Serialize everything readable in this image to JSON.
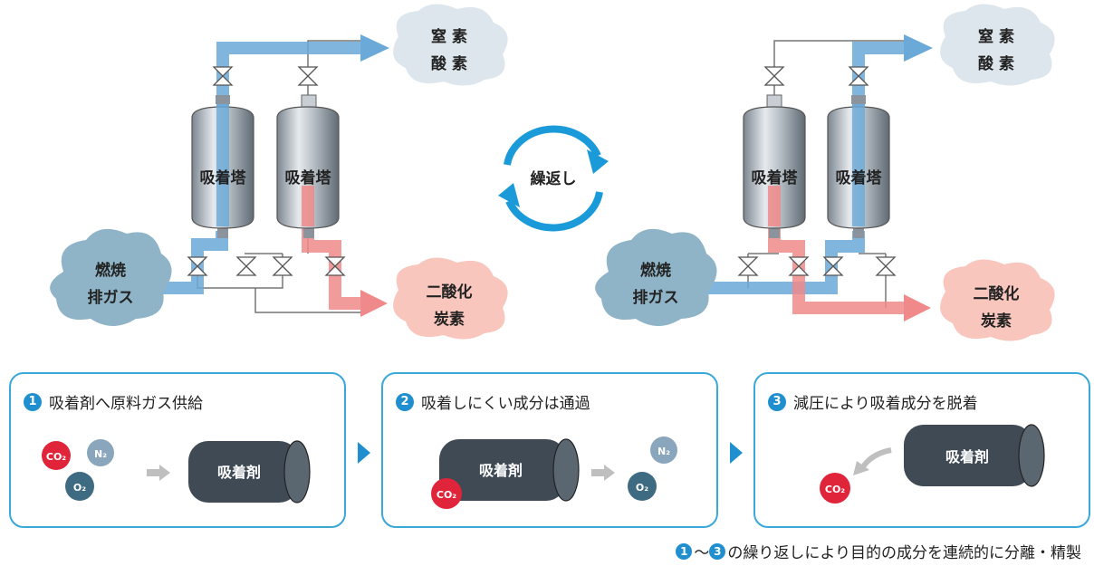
{
  "diagram": {
    "left": {
      "tower_a": "吸着塔",
      "tower_b": "吸着塔",
      "cloud_in": [
        "燃焼",
        "排ガス"
      ],
      "cloud_out_top": [
        "窒 素",
        "酸 素"
      ],
      "cloud_out_bottom": [
        "二酸化",
        "炭素"
      ]
    },
    "right": {
      "tower_a": "吸着塔",
      "tower_b": "吸着塔",
      "cloud_in": [
        "燃焼",
        "排ガス"
      ],
      "cloud_out_top": [
        "窒 素",
        "酸 素"
      ],
      "cloud_out_bottom": [
        "二酸化",
        "炭素"
      ]
    },
    "cycle_label": "繰返し",
    "colors": {
      "blue_flow": "#6aa9d8",
      "red_flow": "#f08a8a",
      "cycle_arrow": "#1a9ad9",
      "cloud_blue": "#8fb4c8",
      "cloud_gray": "#dde6ec",
      "cloud_pink": "#f8c6bd"
    }
  },
  "steps": [
    {
      "number": "1",
      "title": "吸着剤へ原料ガス供給",
      "adsorbent": "吸着剤"
    },
    {
      "number": "2",
      "title": "吸着しにくい成分は通過",
      "adsorbent": "吸着剤"
    },
    {
      "number": "3",
      "title": "減圧により吸着成分を脱着",
      "adsorbent": "吸着剤"
    }
  ],
  "molecules": {
    "co2": {
      "label": "CO₂",
      "color": "#e0243a"
    },
    "n2": {
      "label": "N₂",
      "color": "#8aa6bc"
    },
    "o2": {
      "label": "O₂",
      "color": "#3f6b82"
    }
  },
  "footer": {
    "start_num": "1",
    "tilde": "〜",
    "end_num": "3",
    "text": "の繰り返しにより目的の成分を連続的に分離・精製"
  }
}
